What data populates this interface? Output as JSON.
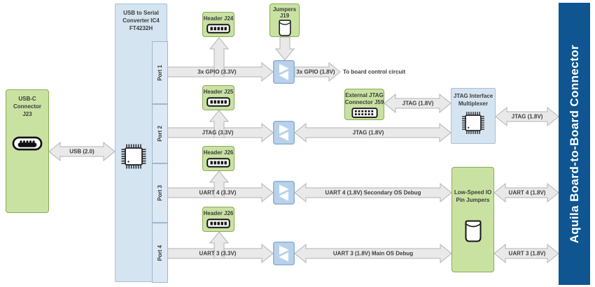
{
  "usb_c": {
    "lines": [
      "USB-C",
      "Connector",
      "J23"
    ],
    "icon": "usb-c-port-icon"
  },
  "converter": {
    "lines": [
      "USB to Serial",
      "Converter IC4",
      "FT4232H"
    ],
    "ports": [
      "Port 1",
      "Port 2",
      "Port 3",
      "Port 4"
    ],
    "icon": "ic-chip-icon"
  },
  "headers": {
    "j24": "Header J24",
    "j25": "Header J25",
    "j26_uart4": "Header J26",
    "j26_uart3": "Header J26",
    "icon": "pin-header-icon"
  },
  "jumpers_j19": {
    "lines": [
      "Jumpers",
      "J19"
    ],
    "icon": "jumper-shunt-icon"
  },
  "ext_jtag": {
    "lines": [
      "External JTAG",
      "Connector J59"
    ],
    "icon": "jtag-connector-icon"
  },
  "mux": {
    "lines": [
      "JTAG Interface",
      "Multiplexer"
    ],
    "icon": "ic-chip-icon"
  },
  "low_speed": {
    "lines": [
      "Low-Speed IO",
      "Pin Jumpers"
    ],
    "icon": "jumper-shunt-icon"
  },
  "board_bar": {
    "label": "Aquila Board-to-Board Connector"
  },
  "arrows": {
    "usb": "USB (2.0)",
    "gpio_33": "3x GPIO (3.3V)",
    "gpio_18": "3x GPIO (1.8V)",
    "to_board_control": "To board control circuit",
    "jtag_33": "JTAG (3.3V)",
    "jtag_18": "JTAG (1.8V)",
    "jtag_18_ext": "JTAG (1.8V)",
    "jtag_18_bb": "JTAG (1.8V)",
    "uart4_33": "UART 4 (3.3V)",
    "uart4_18_debug": "UART 4 (1.8V) Secondary OS Debug",
    "uart4_18_bb": "UART 4 (1.8V)",
    "uart3_33": "UART 3 (3.3V)",
    "uart3_18_debug": "UART 3 (1.8V) Main OS Debug",
    "uart3_18_bb": "UART 3 (1.8V)"
  },
  "colors": {
    "green_fill": "#c9e2a2",
    "green_border": "#86ac55",
    "blue_fill": "#d5e4f1",
    "blue_border": "#a9c0d5",
    "level_shifter_fill": "#b9d2ec",
    "board_bar_blue": "#0e5592",
    "arrow_fill": "#e9e9e9",
    "arrow_border": "#b3b3b3"
  }
}
